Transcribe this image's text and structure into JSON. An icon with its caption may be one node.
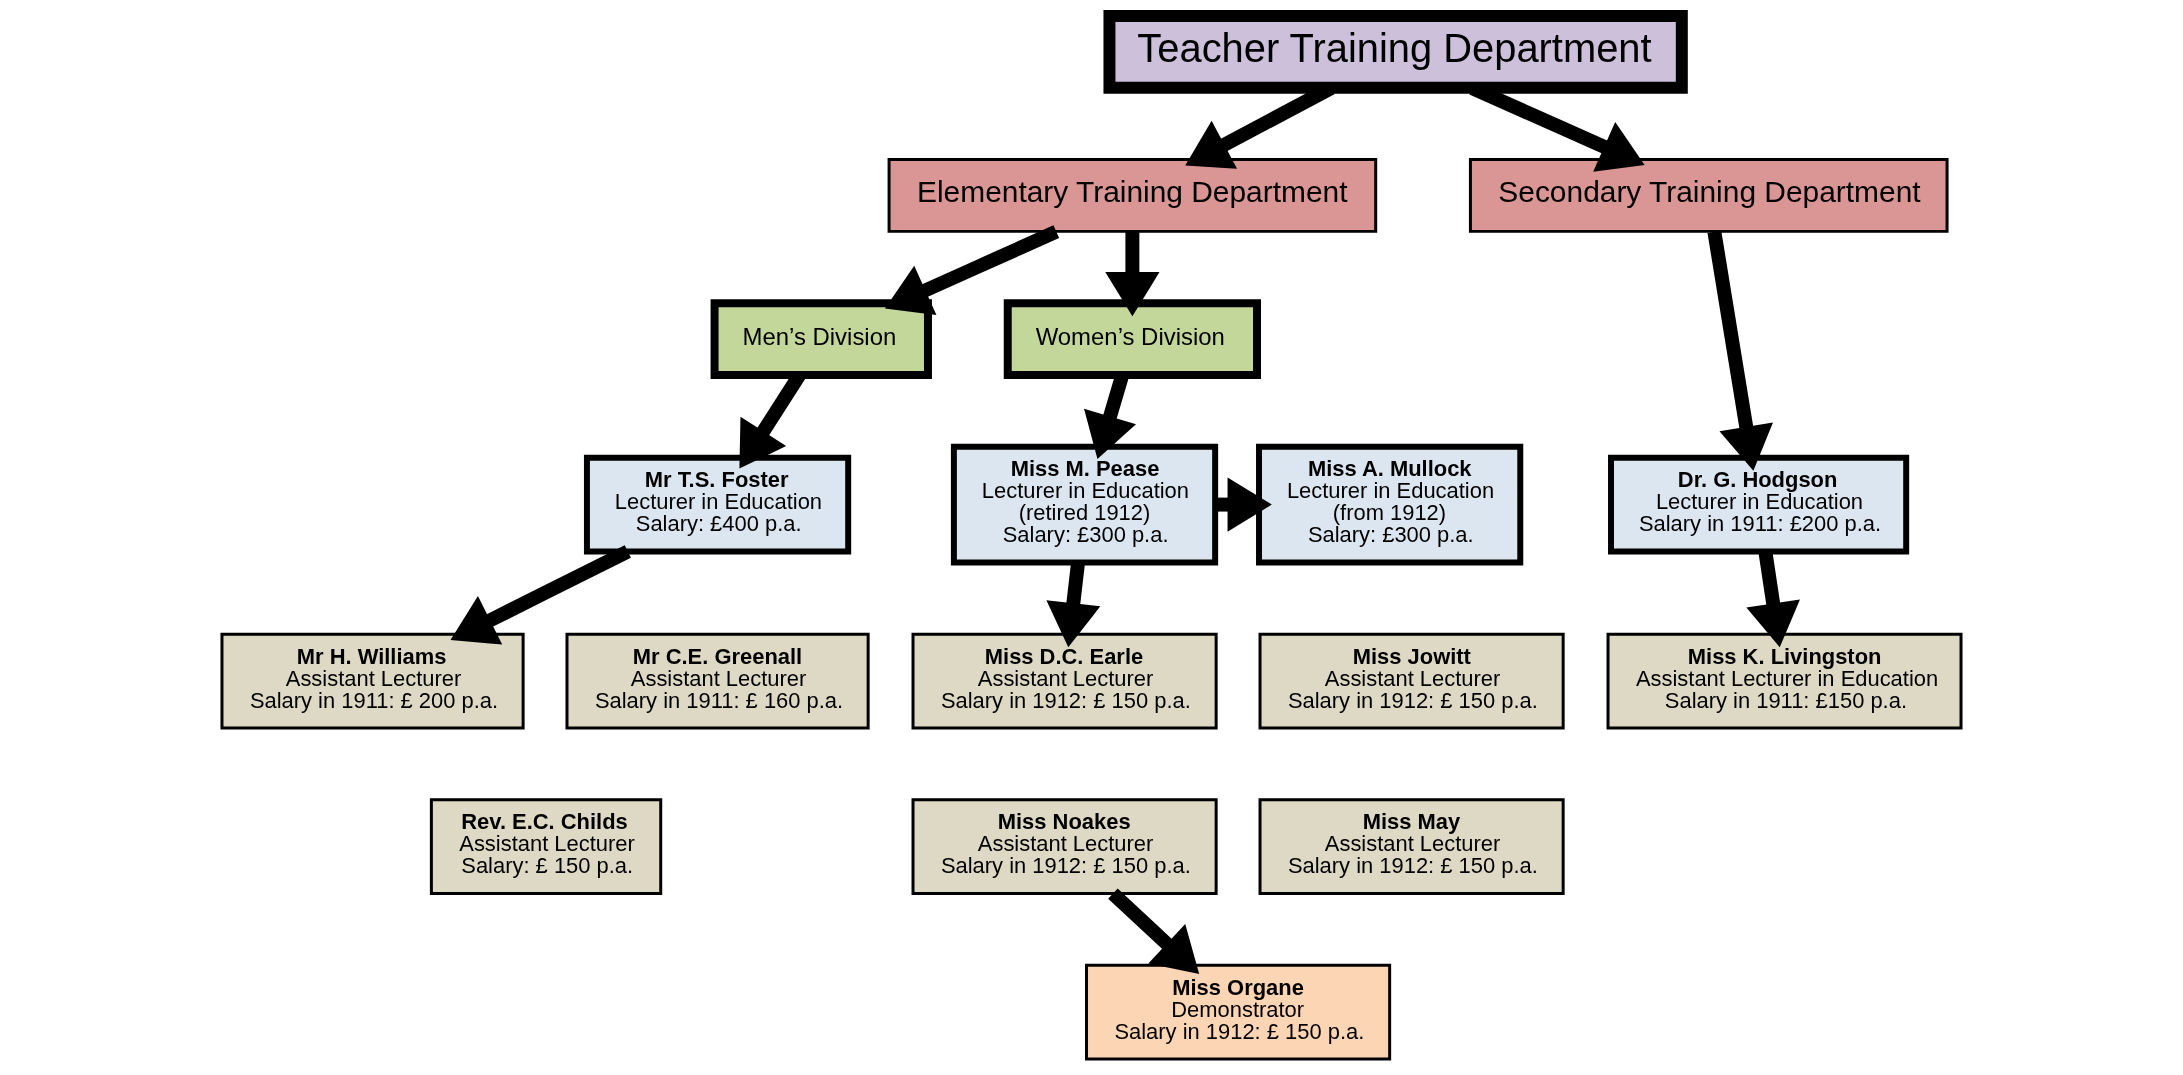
{
  "diagram": {
    "nodes": [
      {
        "text": [
          "Teacher Training Department"
        ]
      },
      {
        "text": [
          "Elementary Training Department"
        ]
      },
      {
        "text": [
          "Secondary Training Department"
        ]
      },
      {
        "text": [
          "Men’s Division"
        ]
      },
      {
        "text": [
          "Women’s Division"
        ]
      },
      {
        "text": [
          "Mr T.S. Foster",
          "Lecturer in Education",
          "Salary: £400 p.a."
        ]
      },
      {
        "text": [
          "Miss M. Pease",
          "Lecturer in Education",
          "(retired 1912)",
          "Salary: £300 p.a."
        ]
      },
      {
        "text": [
          "Miss A. Mullock",
          "Lecturer in Education",
          "(from 1912)",
          "Salary: £300 p.a."
        ]
      },
      {
        "text": [
          "Dr. G. Hodgson",
          "Lecturer in Education",
          "Salary in 1911: £200 p.a."
        ]
      },
      {
        "text": [
          "Mr H. Williams",
          "Assistant Lecturer",
          "Salary in 1911: £ 200 p.a."
        ]
      },
      {
        "text": [
          "Mr C.E. Greenall",
          "Assistant Lecturer",
          "Salary in 1911: £ 160 p.a."
        ]
      },
      {
        "text": [
          "Rev. E.C. Childs",
          "Assistant Lecturer",
          "Salary: £ 150 p.a."
        ]
      },
      {
        "text": [
          "Miss D.C. Earle",
          "Assistant Lecturer",
          "Salary in 1912: £ 150 p.a."
        ]
      },
      {
        "text": [
          "Miss Jowitt",
          "Assistant Lecturer",
          "Salary in 1912: £ 150 p.a."
        ]
      },
      {
        "text": [
          "Miss Noakes",
          "Assistant Lecturer",
          "Salary in 1912: £ 150 p.a."
        ]
      },
      {
        "text": [
          "Miss May",
          "Assistant Lecturer",
          "Salary in 1912: £ 150 p.a."
        ]
      },
      {
        "text": [
          "Miss K. Livingston",
          "Assistant Lecturer in Education",
          "Salary in 1911: £150 p.a."
        ]
      },
      {
        "text": [
          "Miss Organe",
          "Demonstrator",
          "Salary in 1912: £ 150 p.a."
        ]
      }
    ],
    "edges": [
      {
        "from": 0,
        "to": 1,
        "arrow": "to"
      },
      {
        "from": 0,
        "to": 2,
        "arrow": "to"
      },
      {
        "from": 1,
        "to": 3,
        "arrow": "to"
      },
      {
        "from": 1,
        "to": 4,
        "arrow": "to"
      },
      {
        "from": 3,
        "to": 5,
        "arrow": "to"
      },
      {
        "from": 4,
        "to": 6,
        "arrow": "to"
      },
      {
        "from": 6,
        "to": 7,
        "arrow": "to"
      },
      {
        "from": 2,
        "to": 8,
        "arrow": "to"
      },
      {
        "from": 5,
        "to": 9,
        "arrow": "to"
      },
      {
        "from": 6,
        "to": 12,
        "arrow": "to"
      },
      {
        "from": 8,
        "to": 16,
        "arrow": "to"
      },
      {
        "from": 14,
        "to": 17,
        "arrow": "to"
      }
    ]
  }
}
